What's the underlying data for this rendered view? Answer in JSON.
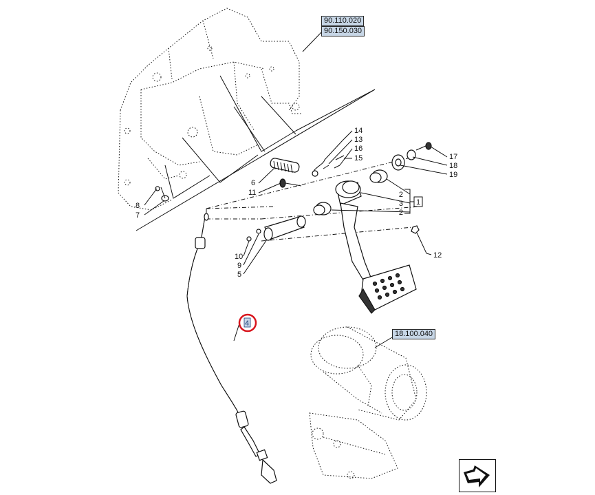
{
  "references": {
    "ref1": "90.110.020",
    "ref2": "90.150.030",
    "ref3": "18.100.040"
  },
  "callouts": {
    "c14": "14",
    "c13": "13",
    "c16": "16",
    "c15": "15",
    "c17": "17",
    "c18": "18",
    "c19": "19",
    "c6": "6",
    "c11": "11",
    "c2a": "2",
    "c3": "3",
    "c2b": "2",
    "c1": "1",
    "c8": "8",
    "c7": "7",
    "c10": "10",
    "c9": "9",
    "c5": "5",
    "c12": "12",
    "c4": "4"
  },
  "colors": {
    "reference_fill": "#c7d6e6",
    "highlight_ring": "#d8141c"
  },
  "icons": {
    "navigation": "next-page-arrow-icon"
  }
}
